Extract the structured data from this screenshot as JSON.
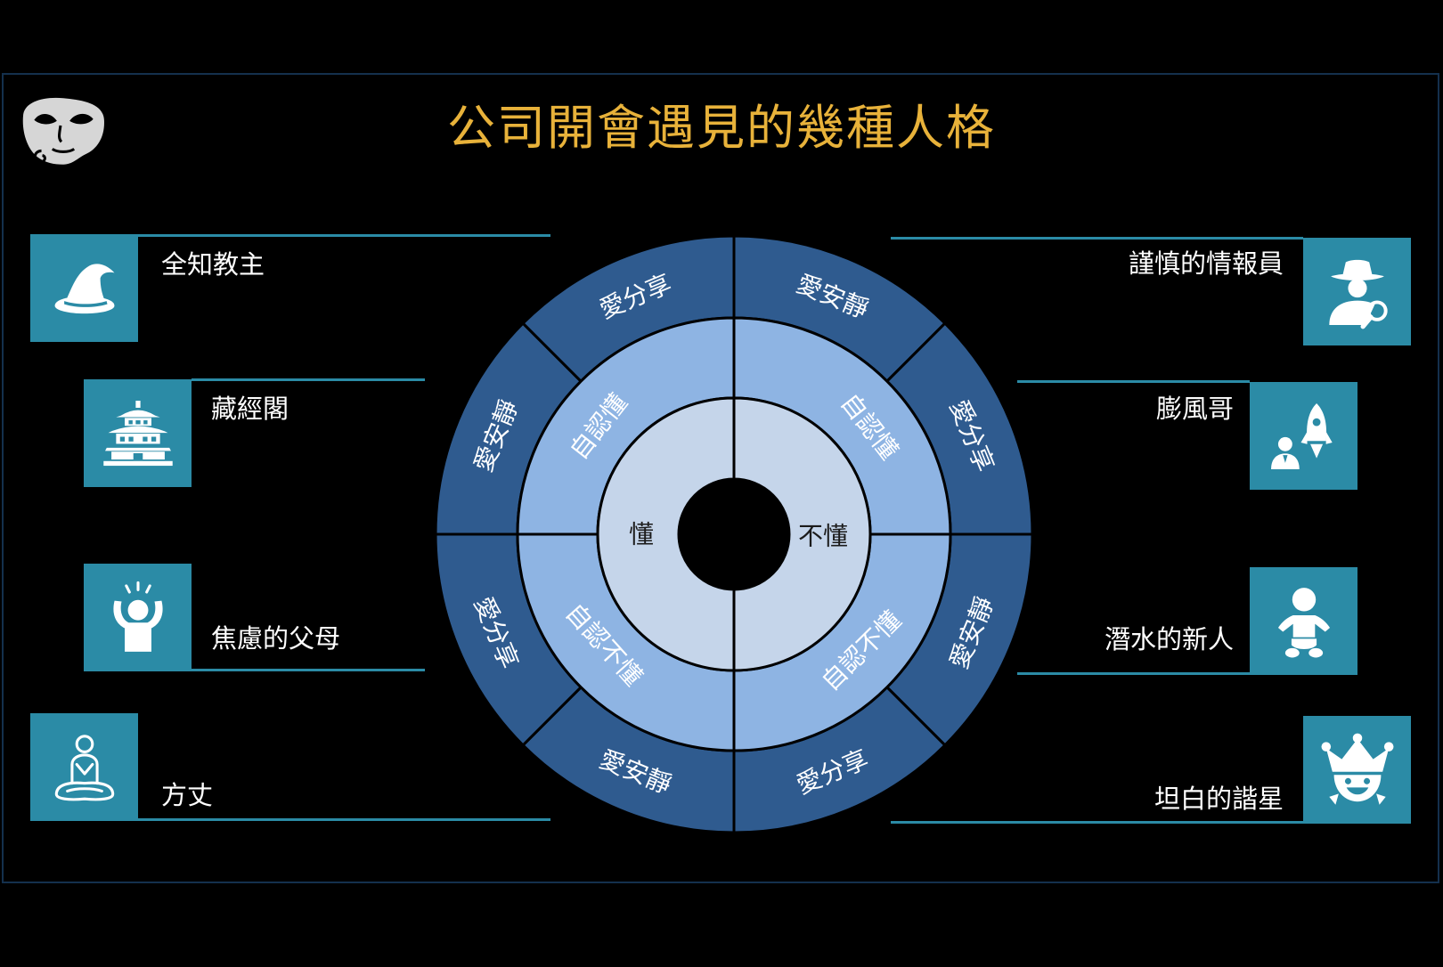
{
  "title": "公司開會遇見的幾種人格",
  "logo_icon": "theater-mask-icon",
  "colors": {
    "background": "#000000",
    "title": "#E8B23A",
    "tile": "#2B8BA6",
    "line": "#2B8BA6",
    "wheel-outer": "#2F5B8F",
    "wheel-middle": "#8EB4E3",
    "wheel-inner": "#C5D5EA",
    "label": "#FFFFFF"
  },
  "left_personas": [
    {
      "label": "全知教主",
      "icon": "wizard-hat-icon"
    },
    {
      "label": "藏經閣",
      "icon": "pagoda-icon"
    },
    {
      "label": "焦慮的父母",
      "icon": "anxious-person-icon"
    },
    {
      "label": "方丈",
      "icon": "meditating-monk-icon"
    }
  ],
  "right_personas": [
    {
      "label": "謹慎的情報員",
      "icon": "detective-icon"
    },
    {
      "label": "膨風哥",
      "icon": "rocket-person-icon"
    },
    {
      "label": "潛水的新人",
      "icon": "baby-icon"
    },
    {
      "label": "坦白的諧星",
      "icon": "jester-icon"
    }
  ],
  "wheel": {
    "inner": {
      "left": "懂",
      "right": "不懂"
    },
    "middle": {
      "top_left": "自認懂",
      "top_right": "自認懂",
      "bottom_right": "自認不懂",
      "bottom_left": "自認不懂"
    },
    "outer": {
      "top_right_upper": "愛安靜",
      "top_right_side": "愛分享",
      "bottom_right_side": "愛安靜",
      "bottom_right_lower": "愛分享",
      "bottom_left_lower": "愛安靜",
      "bottom_left_side": "愛分享",
      "top_left_side": "愛安靜",
      "top_left_upper": "愛分享"
    }
  }
}
